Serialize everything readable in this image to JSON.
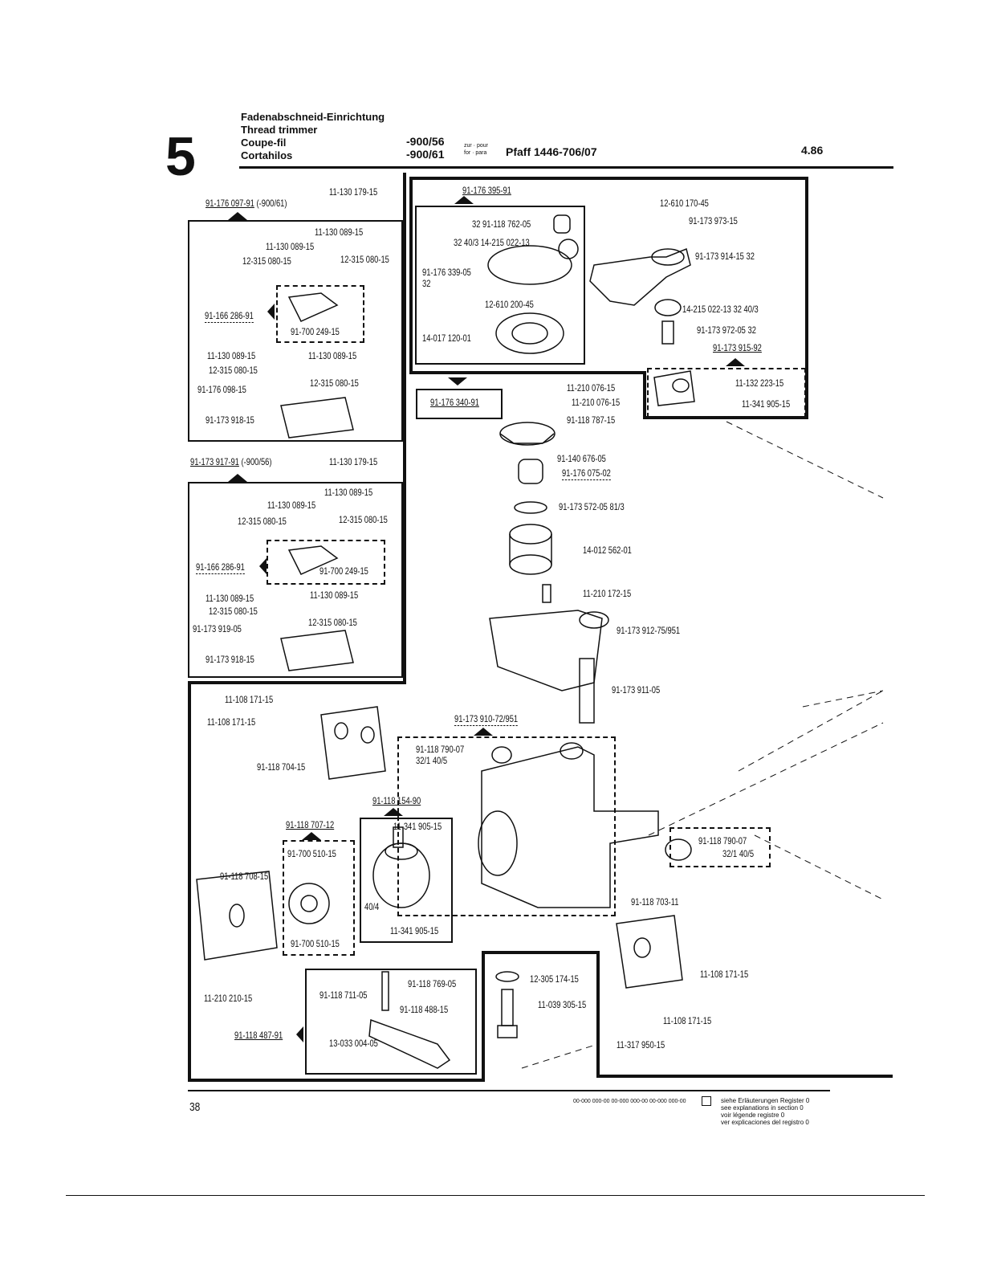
{
  "header": {
    "section_number": "5",
    "title_de": "Fadenabschneid-Einrichtung",
    "title_en": "Thread trimmer",
    "title_fr": "Coupe-fil",
    "title_es": "Cortahilos",
    "variant_1": "-900/56",
    "variant_2": "-900/61",
    "zur_pour": "zur · pour",
    "for_para": "for · para",
    "model": "Pfaff 1446-706/07",
    "date": "4.86"
  },
  "labels": {
    "a1": "91-176 097-91",
    "a1s": "(-900/61)",
    "a2": "11-130 179-15",
    "a3": "11-130 089-15",
    "a4": "11-130 089-15",
    "a5": "12-315 080-15",
    "a6": "12-315 080-15",
    "a7": "91-166 286-91",
    "a8": "91-700 249-15",
    "a9": "11-130 089-15",
    "a10": "11-130 089-15",
    "a11": "12-315 080-15",
    "a12": "12-315 080-15",
    "a13": "91-176 098-15",
    "a14": "91-173 918-15",
    "b1": "91-173 917-91",
    "b1s": "(-900/56)",
    "b2": "11-130 179-15",
    "b3": "11-130 089-15",
    "b4": "11-130 089-15",
    "b5": "12-315 080-15",
    "b6": "12-315 080-15",
    "b7": "91-166 286-91",
    "b8": "91-700 249-15",
    "b9": "11-130 089-15",
    "b10": "11-130 089-15",
    "b11": "12-315 080-15",
    "b12": "91-173 919-05",
    "b13": "12-315 080-15",
    "b14": "91-173 918-15",
    "c1": "91-176 395-91",
    "c2": "91-118 762-05",
    "c3": "14-215 022-13",
    "c4": "91-176 339-05",
    "c5": "12-610 200-45",
    "c6": "14-017 120-01",
    "c7": "91-176 340-91",
    "d1": "12-610 170-45",
    "d2": "91-173 973-15",
    "d3": "91-173 914-15",
    "d4": "14-215 022-13",
    "d5": "91-173 972-05",
    "d6": "91-173 915-92",
    "d7": "11-132 223-15",
    "d8": "11-341 905-15",
    "e1": "11-210 076-15",
    "e2": "11-210 076-15",
    "e3": "91-118 787-15",
    "e4": "91-140 676-05",
    "e5": "91-176 075-02",
    "e6": "91-173 572-05",
    "e7": "14-012 562-01",
    "e8": "11-210 172-15",
    "e9": "91-173 912-75/951",
    "e10": "91-173 911-05",
    "f1": "11-108 171-15",
    "f2": "11-108 171-15",
    "f3": "91-118 704-15",
    "f4": "91-173 910-72/951",
    "f5": "91-118 790-07",
    "f6": "91-118 154-90",
    "f7": "91-118 707-12",
    "f8": "11-341 905-15",
    "f9": "91-700 510-15",
    "f10": "91-118 708-15",
    "f11": "11-341 905-15",
    "f12": "91-700 510-15",
    "f13": "91-118 790-07",
    "f14": "91-118 703-11",
    "f15": "11-210 210-15",
    "g1": "91-118 769-05",
    "g2": "91-118 711-05",
    "g3": "91-118 488-15",
    "g4": "91-118 487-91",
    "g5": "13-033 004-05",
    "h1": "12-305 174-15",
    "h2": "11-039 305-15",
    "i1": "11-108 171-15",
    "i2": "11-108 171-15",
    "i3": "11-317 950-15"
  },
  "codes": {
    "k32": "32",
    "k403": "40/3",
    "k324": "32/1",
    "k405": "40/5",
    "k404": "40/4",
    "k813": "81/3"
  },
  "footer": {
    "page_number": "38",
    "box_codes": "00-000 000-00   00-000 000-00   00-000 000-00",
    "note_de": "siehe Erläuterungen Register 0",
    "note_en": "see explanations in section 0",
    "note_fr": "voir légende registre 0",
    "note_es": "ver explicaciones del registro 0"
  }
}
